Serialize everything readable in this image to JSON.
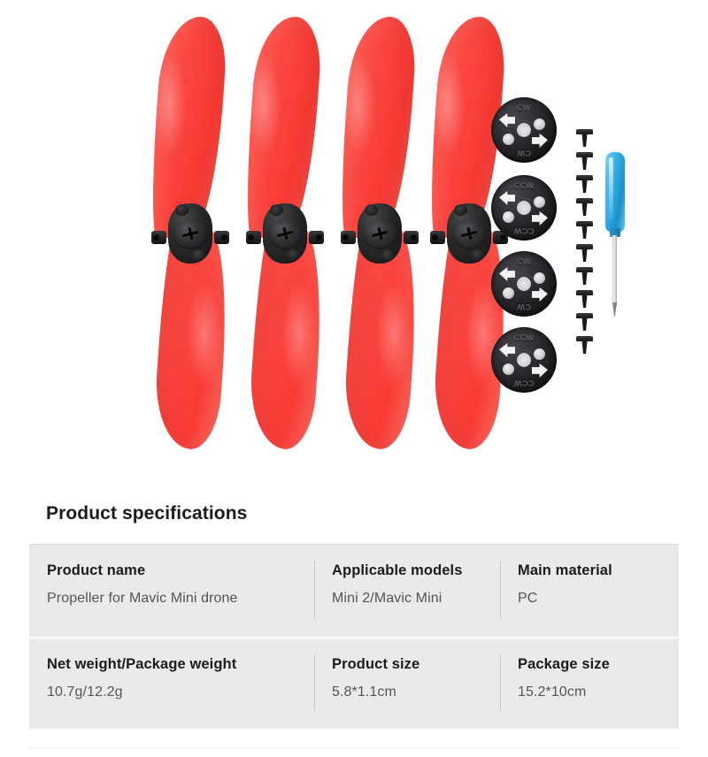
{
  "product_image": {
    "alt": "Four red propellers with CW/CCW mounting plates, screws and screwdriver",
    "colors": {
      "blade_red": "#FA4640",
      "hub_black": "#1A1A1C",
      "plate_black": "#141416",
      "screwdriver_blue": "#2AA6DD",
      "background": "#FFFFFF"
    },
    "propellers": [
      {
        "id": "propeller-1"
      },
      {
        "id": "propeller-2"
      },
      {
        "id": "propeller-3"
      },
      {
        "id": "propeller-4"
      }
    ],
    "mounting_plates": [
      {
        "id": "plate-1",
        "marking": "CW"
      },
      {
        "id": "plate-2",
        "marking": "CCW"
      },
      {
        "id": "plate-3",
        "marking": "CW"
      },
      {
        "id": "plate-4",
        "marking": "CCW"
      }
    ],
    "screws": {
      "count": 10,
      "label": "screw"
    },
    "screwdriver": {
      "label": "phillips-screwdriver",
      "handle_color": "#2AA6DD"
    }
  },
  "specifications": {
    "title": "Product specifications",
    "rows": [
      [
        {
          "label": "Product name",
          "value": "Propeller for Mavic Mini drone"
        },
        {
          "label": "Applicable models",
          "value": "Mini 2/Mavic Mini"
        },
        {
          "label": "Main material",
          "value": "PC"
        }
      ],
      [
        {
          "label": "Net weight/Package weight",
          "value": "10.7g/12.2g"
        },
        {
          "label": "Product size",
          "value": "5.8*1.1cm"
        },
        {
          "label": "Package size",
          "value": "15.2*10cm"
        }
      ]
    ]
  }
}
